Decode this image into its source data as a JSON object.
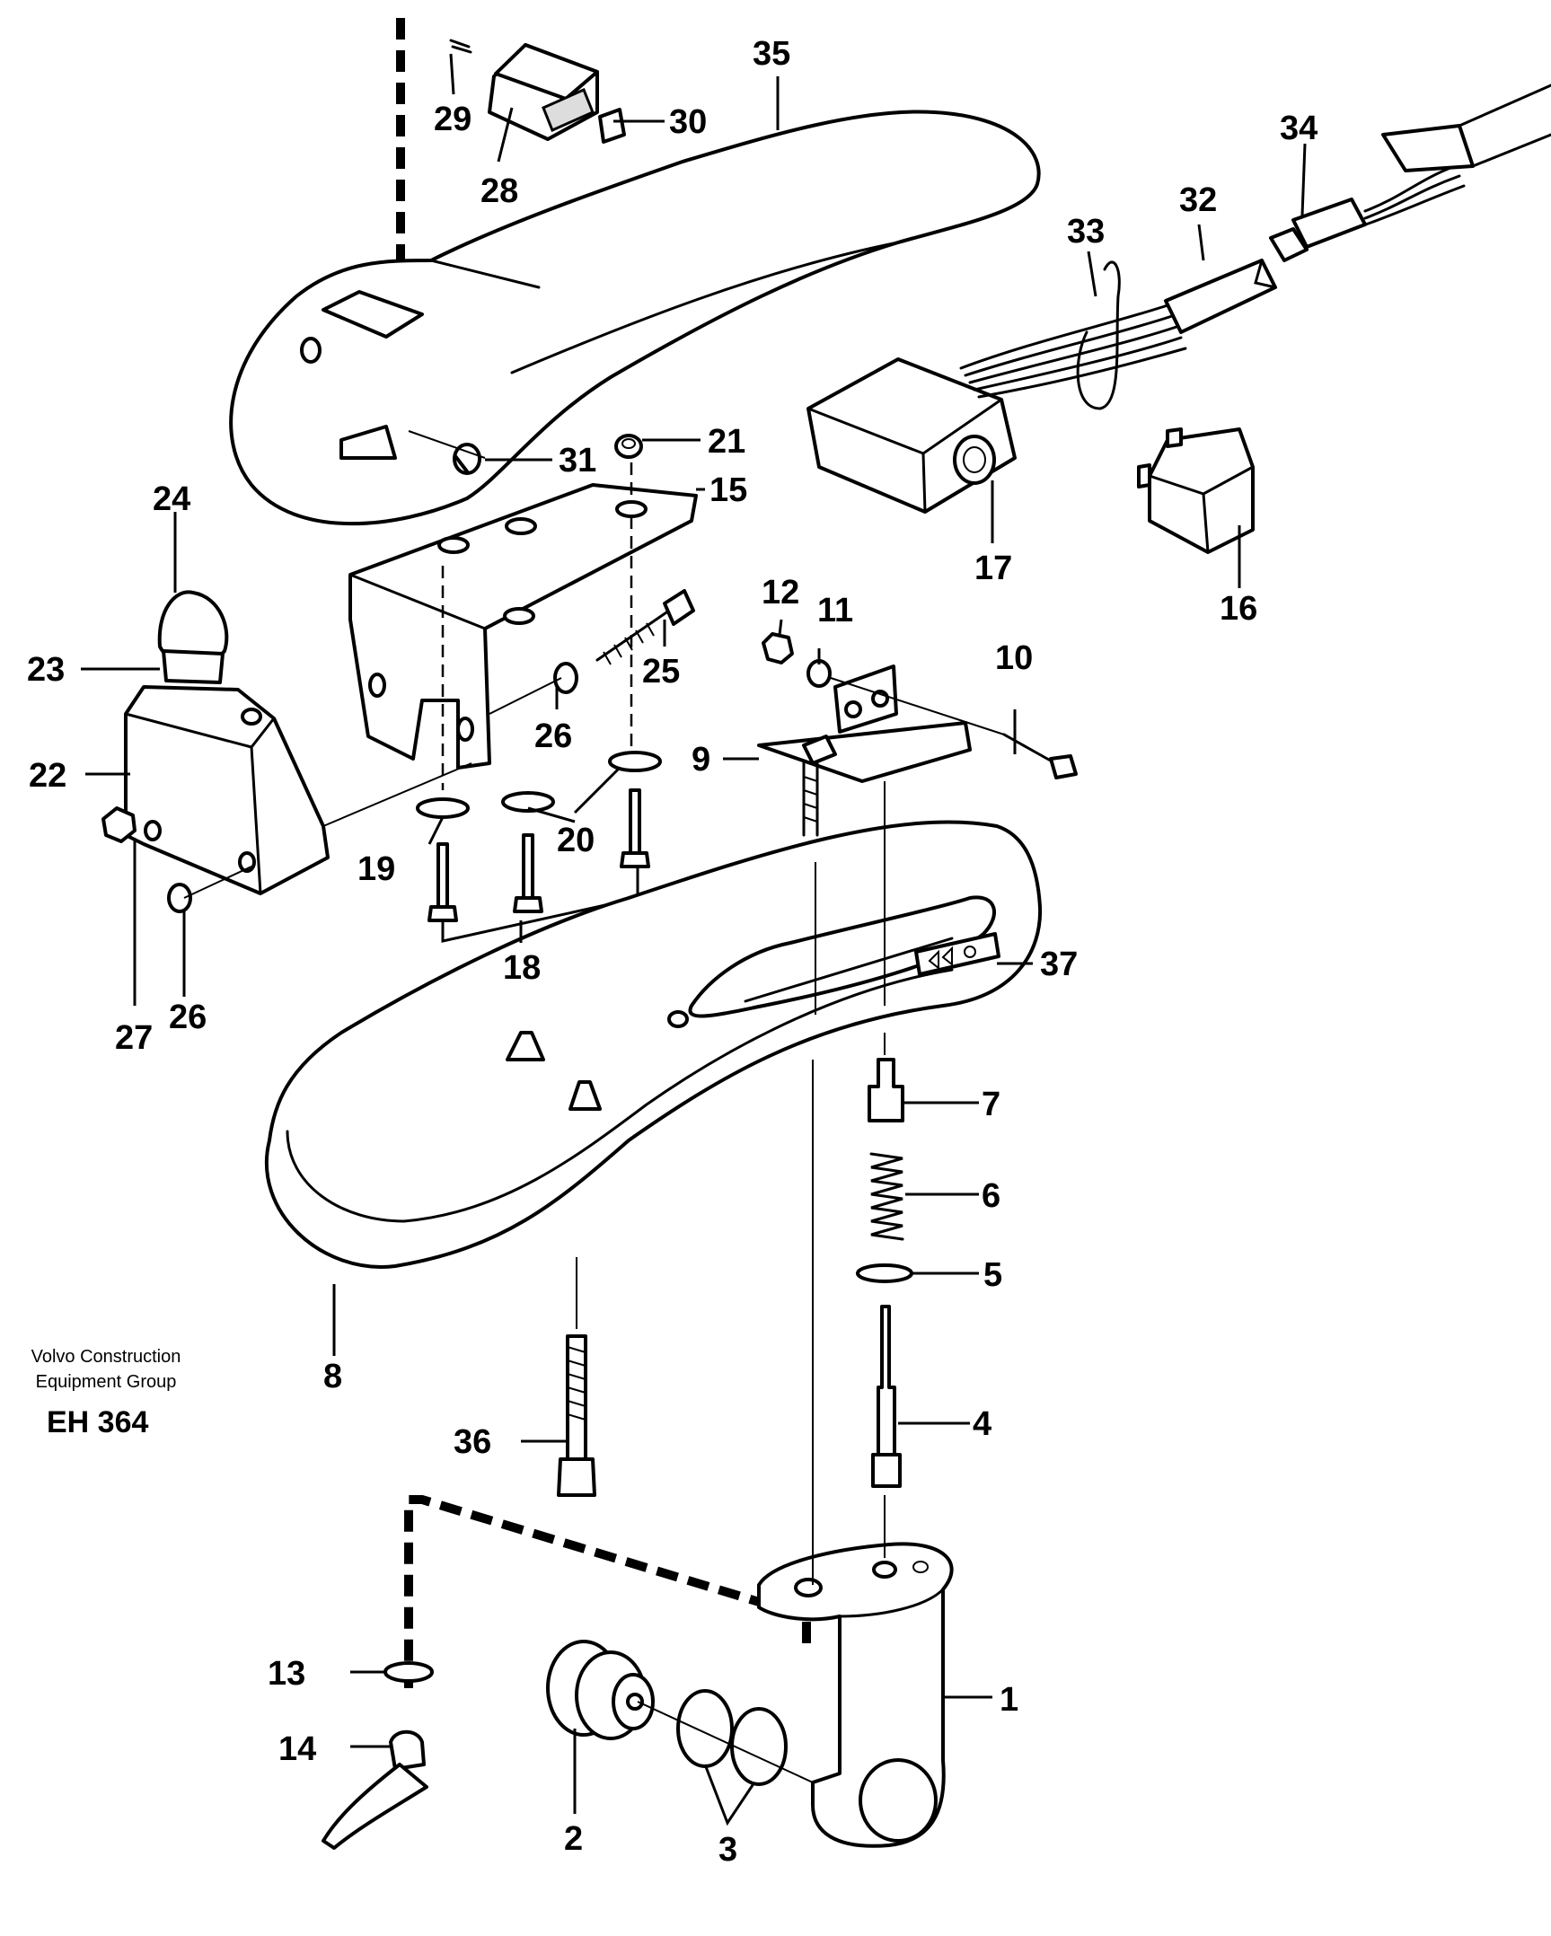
{
  "diagram": {
    "callouts": [
      "1",
      "2",
      "3",
      "4",
      "5",
      "6",
      "7",
      "8",
      "9",
      "10",
      "11",
      "12",
      "13",
      "14",
      "15",
      "16",
      "17",
      "18",
      "19",
      "20",
      "21",
      "22",
      "23",
      "24",
      "25",
      "26",
      "26",
      "27",
      "28",
      "29",
      "30",
      "31",
      "32",
      "33",
      "34",
      "35",
      "36",
      "37"
    ]
  },
  "footer": {
    "company_line1": "Volvo Construction",
    "company_line2": "Equipment Group",
    "drawing_code": "EH 364"
  },
  "colors": {
    "ink": "#000000",
    "paper": "#ffffff"
  }
}
